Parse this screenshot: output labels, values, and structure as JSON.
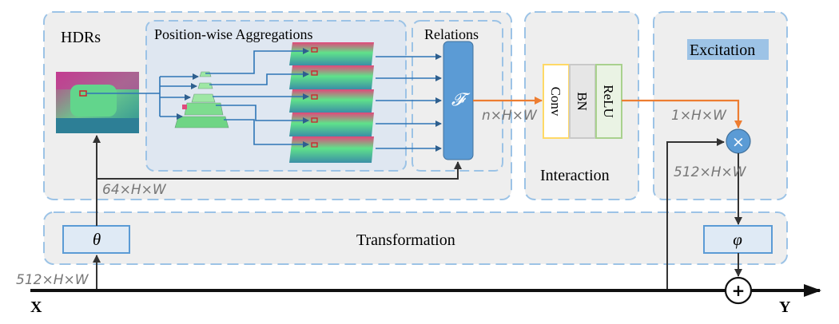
{
  "sections": {
    "hdrs": "HDRs",
    "aggregations": "Position-wise Aggregations",
    "relations": "Relations",
    "interaction": "Interaction",
    "excitation": "Excitation",
    "transformation": "Transformation"
  },
  "ops": {
    "relation_fn": "𝓕",
    "theta": "θ",
    "phi": "φ",
    "multiply": "×",
    "add": "+"
  },
  "interaction_layers": [
    "Conv",
    "BN",
    "ReLU"
  ],
  "tensors": {
    "input_dims": "512×H×W",
    "theta_out": "64×H×W",
    "relations_out": "n×H×W",
    "excitation_out": "1×H×W",
    "multiply_out": "512×H×W"
  },
  "io": {
    "input": "X",
    "output": "Y"
  },
  "colors": {
    "panel_border": "#9cc3e6",
    "panel_fill": "#eeeeee",
    "agg_fill": "#dfe7f1",
    "block_blue": "#5b9bd5",
    "arrow_orange": "#ed7d31",
    "conv_border": "#ffd966",
    "bn_border": "#c9c9c9",
    "relu_border": "#a9d18e",
    "excitation_highlight": "#9dc3e6"
  }
}
